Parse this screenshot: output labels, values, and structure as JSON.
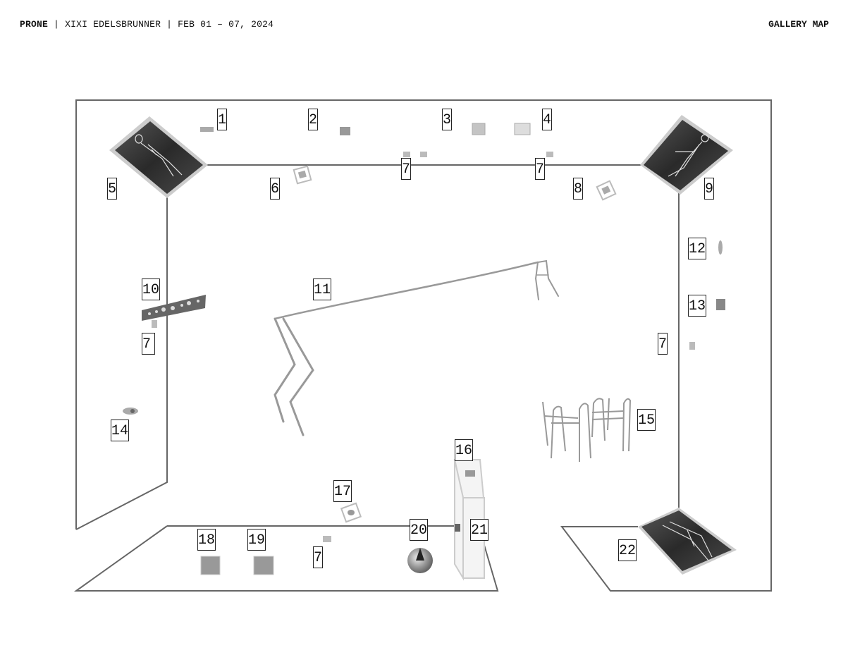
{
  "header": {
    "title": "PRONE",
    "separator": "|",
    "artist": "XIXI EDELSBRUNNER",
    "dates": "FEB 01 – 07, 2024",
    "right_label": "GALLERY MAP"
  },
  "colors": {
    "wall": "#666666",
    "label_border": "#222222",
    "artwork_gray": "#9a9a9a",
    "plinth": "#d0d0d0"
  },
  "labels": [
    {
      "id": "1",
      "text": "1"
    },
    {
      "id": "2",
      "text": "2"
    },
    {
      "id": "3",
      "text": "3"
    },
    {
      "id": "4",
      "text": "4"
    },
    {
      "id": "5",
      "text": "5"
    },
    {
      "id": "6",
      "text": "6"
    },
    {
      "id": "7a",
      "text": "7"
    },
    {
      "id": "7b",
      "text": "7"
    },
    {
      "id": "8",
      "text": "8"
    },
    {
      "id": "9",
      "text": "9"
    },
    {
      "id": "10",
      "text": "10"
    },
    {
      "id": "7c",
      "text": "7"
    },
    {
      "id": "11",
      "text": "11"
    },
    {
      "id": "12",
      "text": "12"
    },
    {
      "id": "13",
      "text": "13"
    },
    {
      "id": "7d",
      "text": "7"
    },
    {
      "id": "14",
      "text": "14"
    },
    {
      "id": "15",
      "text": "15"
    },
    {
      "id": "16",
      "text": "16"
    },
    {
      "id": "17",
      "text": "17"
    },
    {
      "id": "18",
      "text": "18"
    },
    {
      "id": "19",
      "text": "19"
    },
    {
      "id": "7e",
      "text": "7"
    },
    {
      "id": "20",
      "text": "20"
    },
    {
      "id": "21",
      "text": "21"
    },
    {
      "id": "22",
      "text": "22"
    }
  ],
  "artworks": {
    "body_print": "body-outline-print",
    "walker": "walking-frame",
    "small_work": "small-wall-work",
    "floor_tile": "floor-tile-work",
    "mirror_disc": "round-disc-work",
    "plinth": "plinth"
  }
}
